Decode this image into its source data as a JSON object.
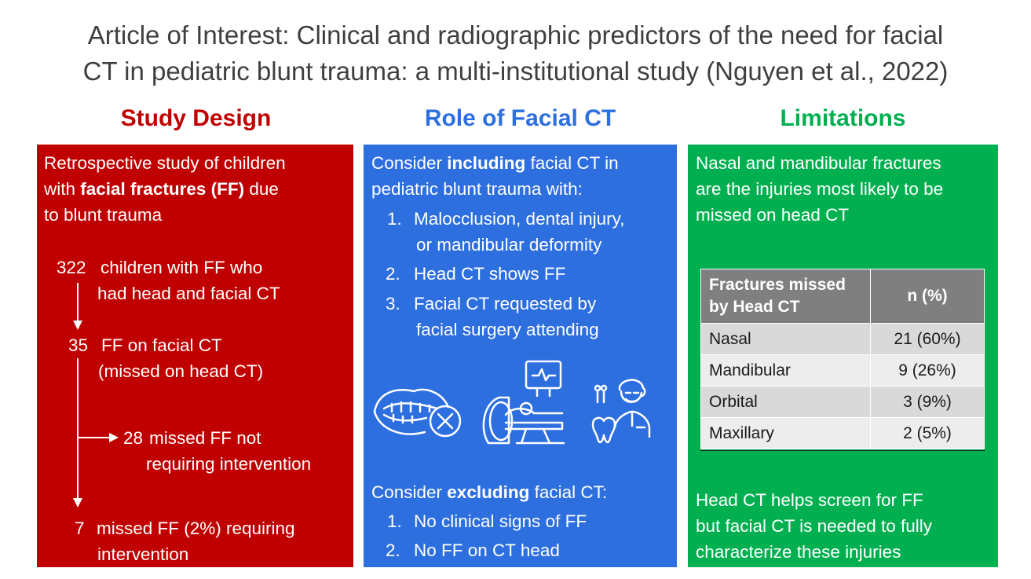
{
  "title": {
    "line1": "Article of Interest: Clinical and radiographic predictors of the need for facial",
    "line2": "CT in pediatric blunt trauma: a multi-institutional study (Nguyen et al., 2022)"
  },
  "colors": {
    "red": "#c00000",
    "blue": "#2e6fe0",
    "green": "#00b050",
    "red_head": "#c00000",
    "blue_head": "#2e6fe0",
    "green_head": "#00b050"
  },
  "study_design": {
    "heading": "Study Design",
    "intro_1": "Retrospective study of children",
    "intro_2a": "with ",
    "intro_2b": "facial fractures (FF)",
    "intro_2c": " due",
    "intro_3": "to blunt trauma",
    "flow": {
      "n1": "322",
      "t1a": "children with FF who",
      "t1b": "had head and facial CT",
      "n2": "35",
      "t2a": "FF on facial CT",
      "t2b": "(missed on head CT)",
      "n3": "28",
      "t3a": "missed FF not",
      "t3b": "requiring intervention",
      "n4": "7",
      "t4a": "missed FF (2%) requiring",
      "t4b": "intervention"
    }
  },
  "role": {
    "heading": "Role of Facial CT",
    "inc_a": "Consider ",
    "inc_b": "including",
    "inc_c": " facial CT in",
    "inc_2": "pediatric blunt trauma with:",
    "inc_items": [
      {
        "num": "1.",
        "l1": "Malocclusion, dental injury,",
        "l2": "or mandibular deformity"
      },
      {
        "num": "2.",
        "l1": "Head CT shows FF",
        "l2": ""
      },
      {
        "num": "3.",
        "l1": "Facial CT requested by",
        "l2": "facial surgery attending"
      }
    ],
    "icons": [
      "mouth-malocclusion-icon",
      "ct-scanner-icon",
      "dentist-icon"
    ],
    "exc_a": "Consider ",
    "exc_b": "excluding",
    "exc_c": " facial CT:",
    "exc_items": [
      {
        "num": "1.",
        "text": "No clinical signs of FF"
      },
      {
        "num": "2.",
        "text": "No FF on CT head"
      }
    ]
  },
  "limitations": {
    "heading": "Limitations",
    "intro_1": "Nasal and mandibular fractures",
    "intro_2": "are the injuries most likely to be",
    "intro_3": "missed on head CT",
    "table": {
      "headers": [
        "Fractures missed by Head CT",
        "n (%)"
      ],
      "rows": [
        [
          "Nasal",
          "21 (60%)"
        ],
        [
          "Mandibular",
          "9 (26%)"
        ],
        [
          "Orbital",
          "3 (9%)"
        ],
        [
          "Maxillary",
          "2 (5%)"
        ]
      ]
    },
    "outro_1": "Head CT helps screen for FF",
    "outro_2": "but facial CT is needed to fully",
    "outro_3": "characterize these injuries"
  }
}
